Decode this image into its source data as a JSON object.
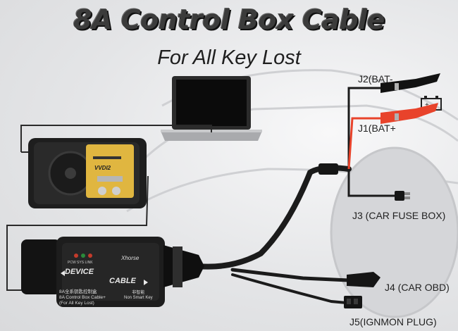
{
  "title": "8A Control Box Cable",
  "subtitle": "For All Key Lost",
  "connectors": {
    "j2": "J2(BAT-",
    "j1": "J1(BAT+",
    "j3": "J3 (CAR FUSE BOX)",
    "j4": "J4 (CAR OBD)",
    "j5": "J5(IGNMON PLUG)"
  },
  "device": {
    "brand": "Xhorse",
    "led_labels": "PCW SYS LINK",
    "device_label": "DEVICE",
    "cable_label": "CABLE",
    "name_line1": "8A全系钥匙控制盒",
    "name_line2": "8A Control Box Cable+",
    "name_line3": "(For All Key Lost)",
    "smart_line1": "非智能",
    "smart_line2": "Non Smart Key"
  },
  "tool": {
    "brand": "VVDI2"
  },
  "colors": {
    "bat_plus": "#e8432b",
    "bat_minus": "#1a1a1a",
    "cable": "#1b1b1b"
  }
}
